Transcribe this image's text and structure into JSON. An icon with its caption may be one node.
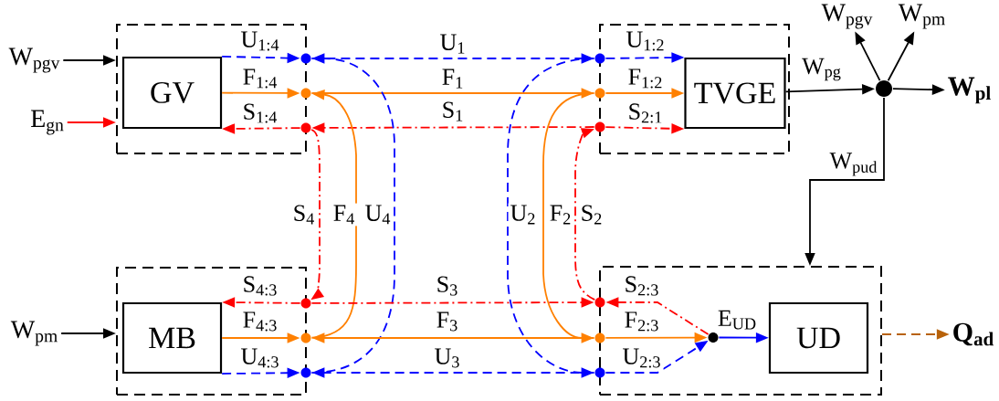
{
  "diagram": {
    "nodes": [
      {
        "text": [],
        "shape": "box"
      },
      {
        "text": [
          "GV"
        ],
        "in": 0
      },
      {
        "text": [],
        "shape": "box"
      },
      {
        "text": [
          "TVGE"
        ],
        "in": 2
      },
      {
        "text": [],
        "shape": "box"
      },
      {
        "text": [
          "MB"
        ],
        "in": 4
      },
      {
        "text": [],
        "shape": "box"
      },
      {
        "text": [
          "UD"
        ],
        "in": 6
      },
      {
        "text": [],
        "shape": "circle"
      },
      {
        "text": [],
        "shape": "circle"
      },
      {
        "text": [],
        "shape": "circle"
      },
      {
        "text": [],
        "shape": "circle"
      },
      {
        "text": [],
        "shape": "circle"
      },
      {
        "text": [],
        "shape": "circle"
      },
      {
        "text": [],
        "shape": "circle"
      },
      {
        "text": [],
        "shape": "circle"
      },
      {
        "text": [],
        "shape": "circle"
      },
      {
        "text": [],
        "shape": "circle"
      },
      {
        "text": [],
        "shape": "circle"
      },
      {
        "text": [],
        "shape": "circle"
      },
      {
        "text": [],
        "shape": "circle",
        "in": 6,
        "beside": [
          "E$_{UD}$"
        ]
      },
      {
        "text": [],
        "shape": "circle"
      },
      {
        "text": [
          "W$_{pgv}$"
        ]
      },
      {
        "text": [
          "E$_{gn}$"
        ]
      },
      {
        "text": [
          "W$_{pm}$"
        ]
      },
      {
        "text": [
          "W$_{pgv}$"
        ]
      },
      {
        "text": [
          "W$_{pm}$"
        ]
      },
      {
        "text": [
          "W$_{pl}$"
        ]
      },
      {
        "text": [
          "Q$_{ad}$"
        ]
      }
    ],
    "edges": [
      {
        "from": 22,
        "to": 0,
        "arrow": "to",
        "color": "#000000"
      },
      {
        "from": 23,
        "to": 0,
        "arrow": "to",
        "color": "#ff0000"
      },
      {
        "from": 24,
        "to": 4,
        "arrow": "to",
        "color": "#000000"
      },
      {
        "from": 1,
        "to": 8,
        "arrow": "to",
        "label": "U$_{1:4}$",
        "style": "dashed",
        "color": "#0000ff"
      },
      {
        "from": 1,
        "to": 9,
        "arrow": "to",
        "label": "F$_{1:4}$",
        "color": "#ff8000"
      },
      {
        "from": 10,
        "to": 1,
        "arrow": "to",
        "label": "S$_{1:4}$",
        "style": "dashed",
        "color": "#ff0000"
      },
      {
        "from": 8,
        "to": 11,
        "arrow": "to",
        "label": "U$_{1}$",
        "style": "dashed",
        "color": "#0000ff"
      },
      {
        "from": 9,
        "to": 12,
        "arrow": "to",
        "label": "F$_{1}$",
        "color": "#ff8000"
      },
      {
        "from": 13,
        "to": 10,
        "arrow": "to",
        "label": "S$_{1}$",
        "style": "dashed",
        "color": "#ff0000"
      },
      {
        "from": 11,
        "to": 3,
        "arrow": "to",
        "label": "U$_{1:2}$",
        "style": "dashed",
        "color": "#0000ff"
      },
      {
        "from": 12,
        "to": 3,
        "arrow": "to",
        "label": "F$_{1:2}$",
        "color": "#ff8000"
      },
      {
        "from": 13,
        "to": 3,
        "arrow": "to",
        "label": "S$_{2:1}$",
        "style": "dashed",
        "color": "#ff0000"
      },
      {
        "from": 10,
        "to": 14,
        "arrow": "to",
        "label": "S$_{4}$",
        "style": "dashed",
        "color": "#ff0000"
      },
      {
        "from": 15,
        "to": 9,
        "arrow": "to",
        "label": "F$_{4}$",
        "color": "#ff8000"
      },
      {
        "from": 16,
        "to": 8,
        "arrow": "to",
        "label": "U$_{4}$",
        "style": "dashed",
        "color": "#0000ff"
      },
      {
        "from": 11,
        "to": 19,
        "arrow": "to",
        "label": "U$_{2}$",
        "style": "dashed",
        "color": "#0000ff"
      },
      {
        "from": 12,
        "to": 18,
        "arrow": "to",
        "label": "F$_{2}$",
        "color": "#ff8000"
      },
      {
        "from": 17,
        "to": 13,
        "arrow": "to",
        "label": "S$_{2}$",
        "style": "dashed",
        "color": "#ff0000"
      },
      {
        "from": 14,
        "to": 5,
        "arrow": "to",
        "label": "S$_{4:3}$",
        "style": "dashed",
        "color": "#ff0000"
      },
      {
        "from": 5,
        "to": 15,
        "arrow": "to",
        "label": "F$_{4:3}$",
        "color": "#ff8000"
      },
      {
        "from": 5,
        "to": 16,
        "arrow": "to",
        "label": "U$_{4:3}$",
        "style": "dashed",
        "color": "#0000ff"
      },
      {
        "from": 14,
        "to": 17,
        "arrow": "to",
        "label": "S$_{3}$",
        "style": "dashed",
        "color": "#ff0000"
      },
      {
        "from": 18,
        "to": 15,
        "arrow": "to",
        "label": "F$_{3}$",
        "color": "#ff8000"
      },
      {
        "from": 19,
        "to": 16,
        "arrow": "to",
        "label": "U$_{3}$",
        "style": "dashed",
        "color": "#0000ff"
      },
      {
        "from": 20,
        "to": 17,
        "arrow": "to",
        "label": "S$_{2:3}$",
        "style": "dashed",
        "color": "#ff0000"
      },
      {
        "from": 18,
        "to": 20,
        "arrow": "to",
        "label": "F$_{2:3}$",
        "color": "#ff8000"
      },
      {
        "from": 19,
        "to": 20,
        "arrow": "to",
        "label": "U$_{2:3}$",
        "style": "dashed",
        "color": "#0000ff"
      },
      {
        "from": 20,
        "to": 7,
        "arrow": "to",
        "color": "#0000ff"
      },
      {
        "from": 3,
        "to": 21,
        "arrow": "to",
        "label": "W$_{pg}$",
        "color": "#000000"
      },
      {
        "from": 21,
        "to": 25,
        "arrow": "to",
        "color": "#000000"
      },
      {
        "from": 21,
        "to": 26,
        "arrow": "to",
        "color": "#000000"
      },
      {
        "from": 21,
        "to": 27,
        "arrow": "to",
        "color": "#000000"
      },
      {
        "from": 21,
        "to": 6,
        "arrow": "to",
        "label": "W$_{pud}$",
        "color": "#000000"
      },
      {
        "from": 6,
        "to": 28,
        "arrow": "to",
        "style": "dashed",
        "color": "#b8620a"
      }
    ]
  }
}
